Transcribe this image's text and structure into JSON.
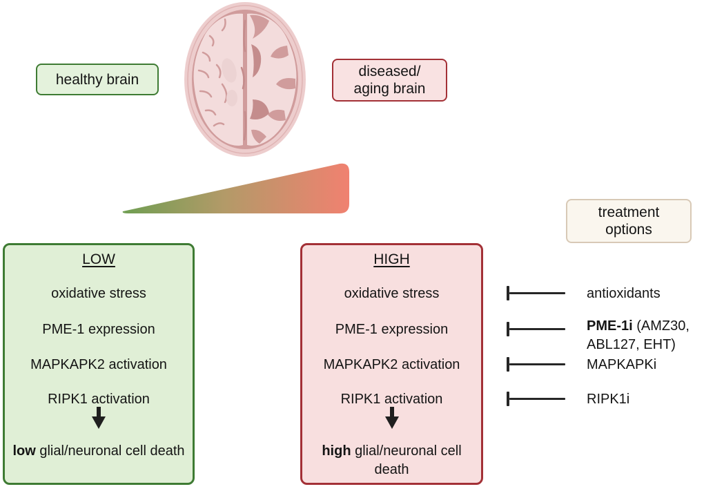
{
  "top": {
    "healthy_label": "healthy brain",
    "diseased_line1": "diseased/",
    "diseased_line2": "aging brain",
    "treatment_line1": "treatment",
    "treatment_line2": "options"
  },
  "low_box": {
    "title": "LOW",
    "items": [
      "oxidative stress",
      "PME-1 expression",
      "MAPKAPK2 activation",
      "RIPK1 activation"
    ],
    "outcome_bold": "low",
    "outcome_rest": " glial/neuronal cell death"
  },
  "high_box": {
    "title": "HIGH",
    "items": [
      "oxidative stress",
      "PME-1 expression",
      "MAPKAPK2 activation",
      "RIPK1 activation"
    ],
    "outcome_bold": "high",
    "outcome_rest": " glial/neuronal cell death"
  },
  "treatments": [
    {
      "name": "antioxidants"
    },
    {
      "bold": "PME-1i",
      "rest_line1": " (AMZ30,",
      "line2": "ABL127, EHT)"
    },
    {
      "name": "MAPKAPKi"
    },
    {
      "name": "RIPK1i"
    }
  ],
  "icons": {
    "down_arrow": "down-arrow-icon",
    "inhibitor": "inhibitor-tbar-icon",
    "brain": "brain-axial-section-illustration",
    "gradient_wedge": "severity-gradient-wedge"
  },
  "colors": {
    "green_border": "#3e7b33",
    "green_fill": "#e4f2dc",
    "green_fill2": "#e0efd6",
    "red_border": "#a33036",
    "red_fill": "#f9e2e2",
    "red_fill2": "#f8dfdf",
    "cream_border": "#d8c9b6",
    "cream_fill": "#faf6ee",
    "gradient_start": "#6f9e52",
    "gradient_mid": "#b39a68",
    "gradient_end": "#f08170",
    "line_color": "#262626",
    "arrow_color": "#1f1f1f",
    "brain_rim": "#edcdcd",
    "brain_bg": "#d09c9c",
    "brain_tissue": "#f3dcdc",
    "brain_dark": "#c48c8c"
  }
}
